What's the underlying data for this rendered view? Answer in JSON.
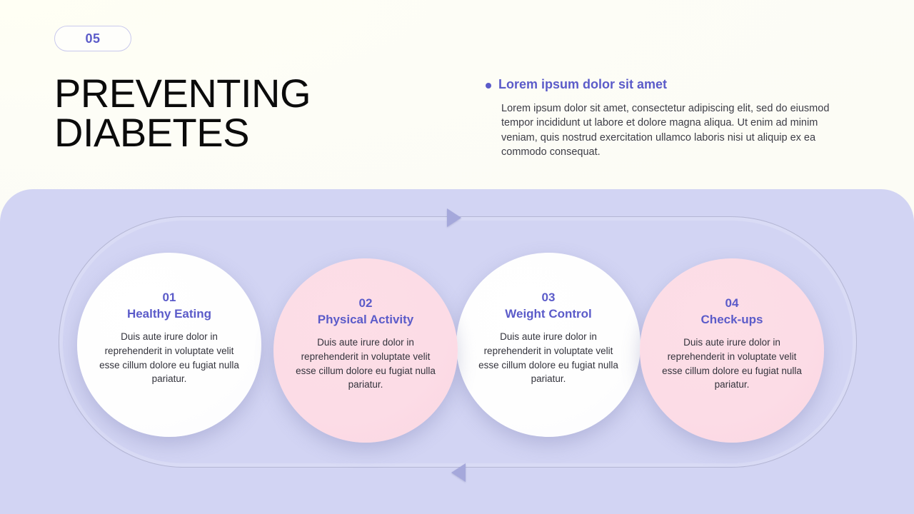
{
  "header": {
    "badge_number": "05",
    "title_line1": "PREVENTING",
    "title_line2": "DIABETES",
    "side_heading": "Lorem ipsum dolor sit amet",
    "side_body": "Lorem ipsum dolor sit amet, consectetur adipiscing elit, sed do eiusmod tempor incididunt ut labore et dolore magna aliqua. Ut enim ad minim veniam, quis nostrud exercitation ullamco laboris nisi ut aliquip ex ea commodo consequat."
  },
  "colors": {
    "accent_indigo": "#5B5BC9",
    "panel_periwinkle": "#D2D4F3",
    "circle_pink": "#FCDCE6",
    "circle_white": "#FFFFFF",
    "track_stroke": "#9FA1C4",
    "arrow_fill": "#A5A8DB",
    "page_cream": "#FDFDF6"
  },
  "steps": [
    {
      "number": "01",
      "title": "Healthy Eating",
      "body": "Duis aute irure dolor in reprehenderit in voluptate velit esse cillum dolore eu fugiat nulla pariatur.",
      "fill": "white"
    },
    {
      "number": "02",
      "title": "Physical Activity",
      "body": "Duis aute irure dolor in reprehenderit in voluptate velit esse cillum dolore eu fugiat nulla pariatur.",
      "fill": "pink"
    },
    {
      "number": "03",
      "title": "Weight Control",
      "body": "Duis aute irure dolor in reprehenderit in voluptate velit esse cillum dolore eu fugiat nulla pariatur.",
      "fill": "white"
    },
    {
      "number": "04",
      "title": "Check-ups",
      "body": "Duis aute irure dolor in reprehenderit in voluptate velit esse cillum dolore eu fugiat nulla pariatur.",
      "fill": "pink"
    }
  ],
  "flow": {
    "arrow_top_direction": "right",
    "arrow_bottom_direction": "left"
  }
}
